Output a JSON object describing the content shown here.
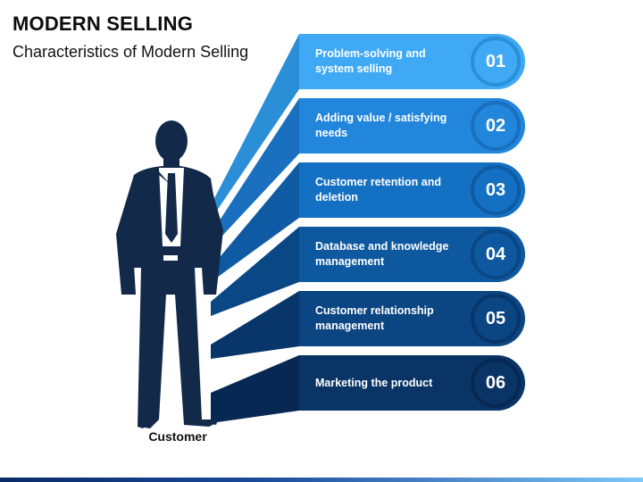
{
  "header": {
    "title": "MODERN SELLING",
    "subtitle": "Characteristics of Modern Selling"
  },
  "figure": {
    "caption": "Customer",
    "icon": "businessman-silhouette-icon"
  },
  "items": [
    {
      "number": "01",
      "label": "Problem-solving and system selling",
      "color": "#3fa9f5",
      "dark": "#2b8fd8",
      "ring": "#5db9f7"
    },
    {
      "number": "02",
      "label": "Adding value / satisfying needs",
      "color": "#2186dc",
      "dark": "#1a6fbe",
      "ring": "#3a98e4"
    },
    {
      "number": "03",
      "label": "Customer retention and deletion",
      "color": "#1470c2",
      "dark": "#0f5ba3",
      "ring": "#2a80cc"
    },
    {
      "number": "04",
      "label": "Database and knowledge management",
      "color": "#0e589f",
      "dark": "#0a4785",
      "ring": "#216aad"
    },
    {
      "number": "05",
      "label": "Customer relationship management",
      "color": "#0b4582",
      "dark": "#08366b",
      "ring": "#1c5690"
    },
    {
      "number": "06",
      "label": "Marketing the product",
      "color": "#0a3466",
      "dark": "#072853",
      "ring": "#1a4578"
    }
  ]
}
